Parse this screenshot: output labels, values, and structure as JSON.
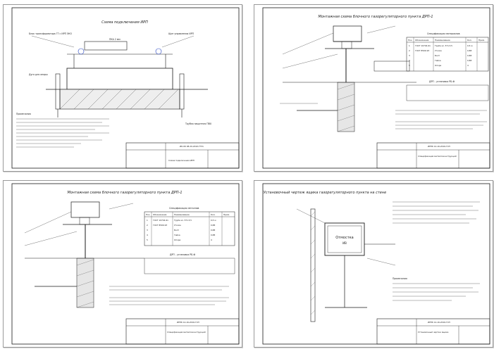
{
  "sheets": [
    {
      "title": "Схема подключения ИРП",
      "labels": [
        "Блок трансформатора ГТ с ИРП ЭКО",
        "Щит управления ИРП",
        "ПКА 2 мм",
        "Дуга для опоры",
        "Трубка защитная ПВХ"
      ],
      "notes_title": "Примечания",
      "stamp_code": "ИК-0К 08-20-201б-ГТ31",
      "stamp_name": "Схема подключения ИРП"
    },
    {
      "title": "Монтажная схема блочного газорегуляторного пункта ДРП-1",
      "spec_title": "Спецификация материалов",
      "spec_headers": [
        "Поз.",
        "Обозначение",
        "Наименование",
        "Кол.",
        "Прим."
      ],
      "spec_rows": [
        [
          "1",
          "ГОСТ 10704-91",
          "Труба эл. 57×3,5",
          "0,5 м",
          ""
        ],
        [
          "2",
          "ГОСТ 8509-93",
          "Уголок",
          "0,88",
          ""
        ],
        [
          "3",
          "",
          "Болт",
          "0,88",
          ""
        ],
        [
          "4",
          "",
          "Гайка",
          "0,88",
          ""
        ],
        [
          "5",
          "",
          "Опора",
          "4",
          ""
        ]
      ],
      "note_title": "ДРП - установка РБ-Ф",
      "stamp_code": "ИРНК 14-16-2016-ГСП",
      "stamp_name": "Спецификация металлоконструкций"
    },
    {
      "title": "Монтажная схема блочного газорегуляторного пункта ДРП-1",
      "spec_title": "Спецификация металлов",
      "spec_headers": [
        "Поз.",
        "Обозначение",
        "Наименование",
        "Кол.",
        "Прим."
      ],
      "spec_rows": [
        [
          "1",
          "ГОСТ 10704-91",
          "Труба эл. 57×3,5",
          "0,5 м",
          ""
        ],
        [
          "2",
          "ГОСТ 8509-93",
          "Уголок",
          "0,88",
          ""
        ],
        [
          "3",
          "",
          "Болт",
          "0,88",
          ""
        ],
        [
          "4",
          "",
          "Гайка",
          "0,88",
          ""
        ],
        [
          "5",
          "",
          "Опора",
          "4",
          ""
        ]
      ],
      "note_title": "ДРП - установка РБ-Ф",
      "stamp_code": "ИРНК 14-16-2016-ГСП",
      "stamp_name": "Спецификация металлоконструкций"
    },
    {
      "title": "Установочный чертеж ящика газорегуляторного пункта на стене",
      "box_label": "Отмостка",
      "box_sublabel": "ИВ",
      "notes_title": "Примечания",
      "stamp_code": "ИРНК 14-16-2016-ГСП",
      "stamp_name": "Установочный чертеж ящика"
    }
  ],
  "colors": {
    "line": "#1a1a1a",
    "accent": "#1f3fbf",
    "hatch": "#555555"
  }
}
